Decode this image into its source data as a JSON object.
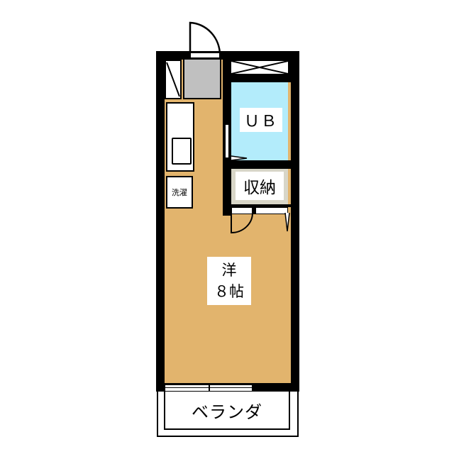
{
  "floorplan": {
    "colors": {
      "wall": "#000000",
      "floor": "#e2b46d",
      "bath": "#b3ecfb",
      "storage": "#d8d6c8",
      "entrance": "#c0c0c0",
      "fixture": "#ffffff"
    },
    "rooms": {
      "bath": {
        "label": "ＵＢ"
      },
      "storage": {
        "label": "収納"
      },
      "washer": {
        "label": "洗濯"
      },
      "main": {
        "label_line1": "洋",
        "label_line2": "８帖"
      },
      "balcony": {
        "label": "ベランダ"
      }
    },
    "icons": {
      "entrance_door": "door-swing-icon",
      "closet_door": "door-swing-icon",
      "shoe_cabinet": "diagonal-cabinet-icon",
      "closet_top": "x-cross-icon",
      "sliding_window": "sliding-door-icon"
    }
  }
}
